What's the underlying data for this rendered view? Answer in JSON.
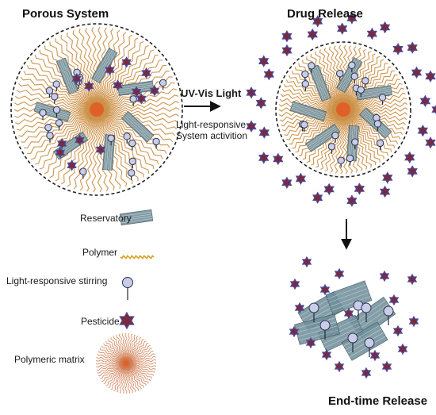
{
  "headings": {
    "porous_system": "Porous System",
    "drug_release": "Drug Release",
    "end_time_release": "End-time Release"
  },
  "arrow": {
    "trigger": "UV-Vis Light",
    "note_line1": "Light-responsive",
    "note_line2": "System activition"
  },
  "legend": [
    {
      "label": "Reservatory",
      "icon": "reservoir-sheet-icon"
    },
    {
      "label": "Polymer",
      "icon": "polymer-chain-icon"
    },
    {
      "label": "Light-responsive stirring",
      "icon": "stirring-pin-icon"
    },
    {
      "label": "Pesticide",
      "icon": "pesticide-star-icon"
    },
    {
      "label": "Polymeric matrix",
      "icon": "polymeric-matrix-icon"
    }
  ],
  "colors": {
    "polymer": "#c98a3c",
    "core": "#e0602a",
    "sheet": "#6f8e9a",
    "pesticide_fill": "#7a2a3a",
    "pesticide_edge": "#4a4aa0",
    "pin_head": "#c9cde8",
    "dashed_outline": "#222222"
  }
}
